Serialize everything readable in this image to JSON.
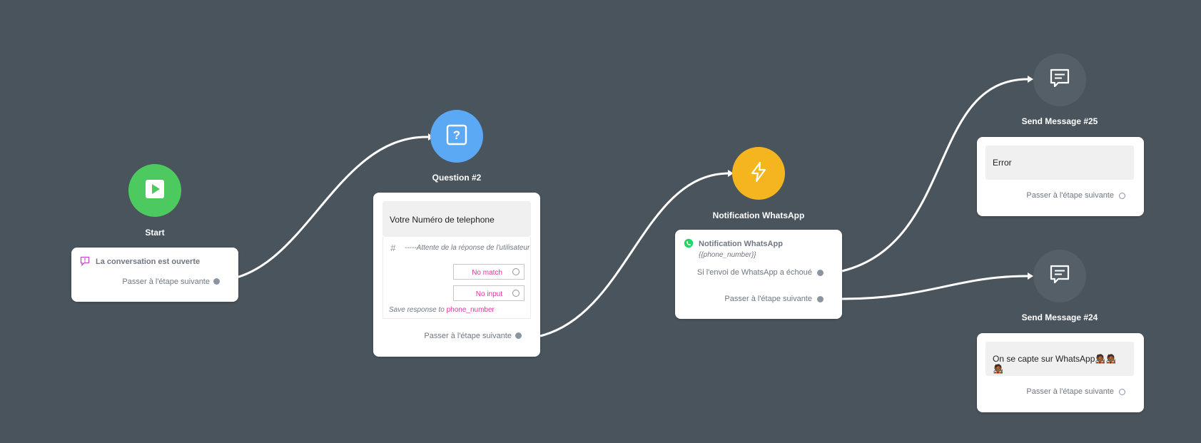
{
  "colors": {
    "canvas": "#4a545c",
    "start": "#4cca5f",
    "question": "#5ba9f5",
    "action": "#f5b51e",
    "message": "#555f68",
    "edge": "#ffffff",
    "accent_pink": "#e0339b"
  },
  "nodes": {
    "start": {
      "title": "Start",
      "icon": "play-icon",
      "trigger_label": "La conversation est ouverte",
      "trigger_icon": "chat-alert-icon",
      "next_label": "Passer à l'étape suivante"
    },
    "question": {
      "title": "Question #2",
      "icon": "question-icon",
      "prompt": "Votre Numéro de telephone",
      "wait_icon": "hash-icon",
      "wait_label": "-----Attente de la réponse de l'utilisateur",
      "no_match": "No match",
      "no_input": "No input",
      "save_prefix": "Save response to",
      "save_var": "phone_number",
      "next_label": "Passer à l'étape suivante"
    },
    "whatsapp": {
      "title": "Notification WhatsApp",
      "icon": "bolt-icon",
      "action_label": "Notification WhatsApp",
      "action_icon": "whatsapp-icon",
      "param": "{{phone_number}}",
      "fail_label": "Si l'envoi de WhatsApp a échoué",
      "next_label": "Passer à l'étape suivante"
    },
    "msg25": {
      "title": "Send Message #25",
      "icon": "message-icon",
      "text": "Error",
      "next_label": "Passer à l'étape suivante"
    },
    "msg24": {
      "title": "Send Message #24",
      "icon": "message-icon",
      "text": "On se capte sur WhatsApp🧑🏾‍🎤🧑🏾‍🎤🧑🏾‍🎤",
      "next_label": "Passer à l'étape suivante"
    }
  }
}
